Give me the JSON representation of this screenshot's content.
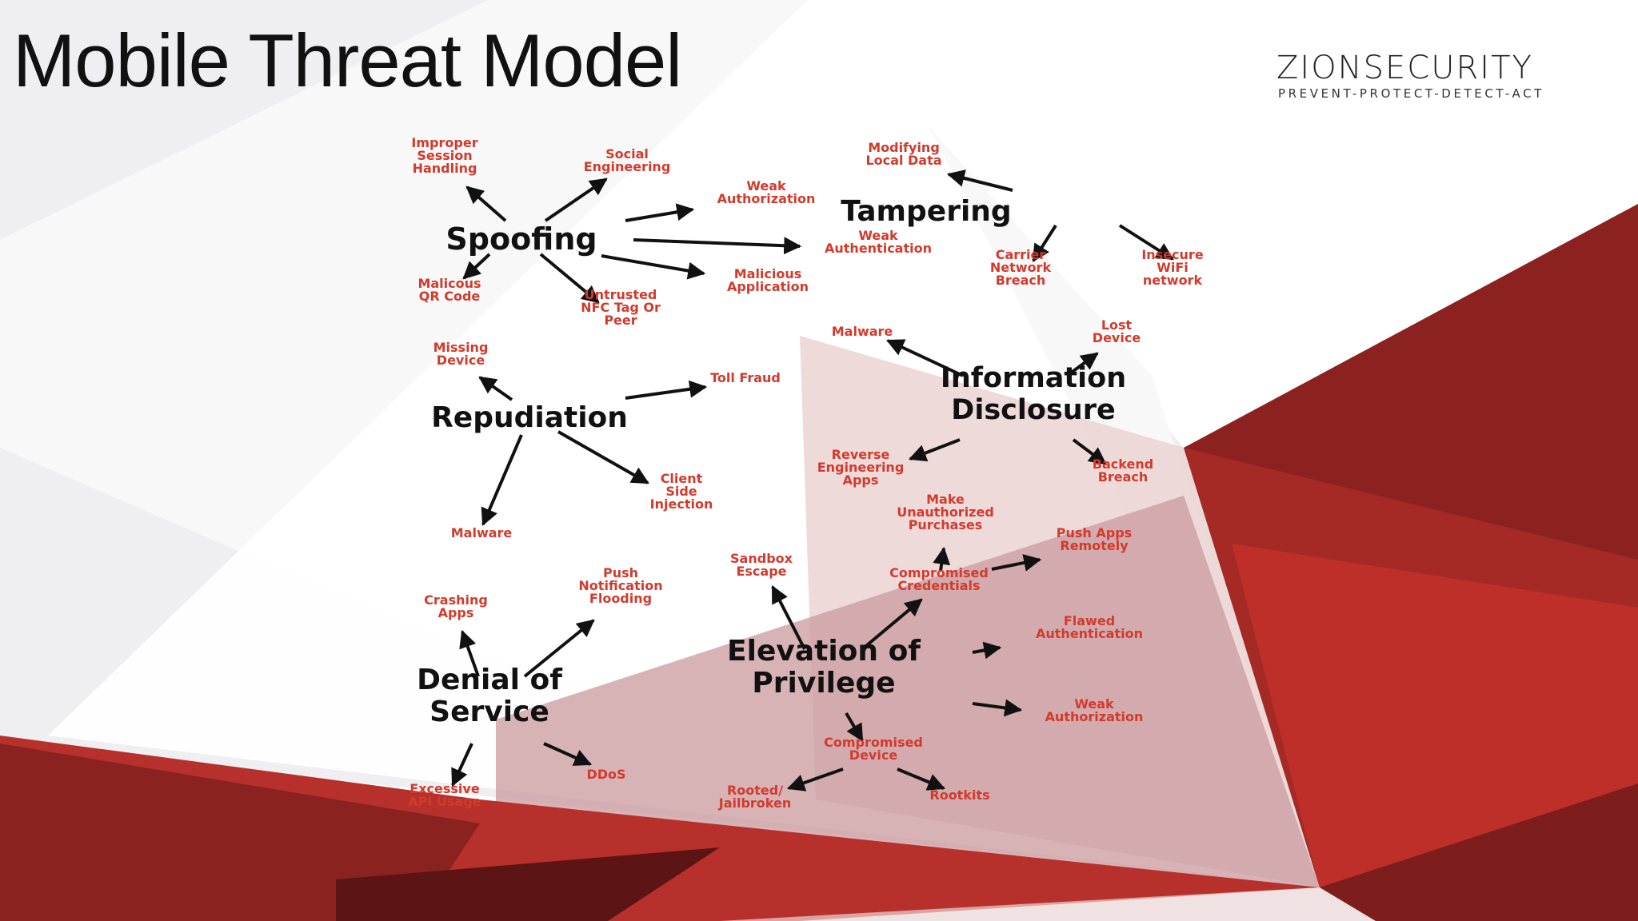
{
  "slide": {
    "title": "Mobile Threat Model",
    "logo": {
      "name": "ZIONSECURITY",
      "tagline": "PREVENT-PROTECT-DETECT-ACT"
    }
  },
  "colors": {
    "title": "#111111",
    "category_text": "#111111",
    "threat_text": "#d23a2c",
    "arrow": "#111111",
    "red_dark": "#7a1c1a",
    "red_mid": "#a82a26",
    "red_light": "#c9322c"
  },
  "diagram": {
    "categories": [
      {
        "id": "spoofing",
        "label": [
          "Spoofing"
        ]
      },
      {
        "id": "tampering",
        "label": [
          "Tampering"
        ]
      },
      {
        "id": "repudiation",
        "label": [
          "Repudiation"
        ]
      },
      {
        "id": "info",
        "label": [
          "Information",
          "Disclosure"
        ]
      },
      {
        "id": "dos",
        "label": [
          "Denial of",
          "Service"
        ]
      },
      {
        "id": "eop",
        "label": [
          "Elevation of",
          "Privilege"
        ]
      }
    ],
    "threats": [
      {
        "id": "s1",
        "category": "spoofing",
        "label": [
          "Improper",
          "Session",
          "Handling"
        ]
      },
      {
        "id": "s2",
        "category": "spoofing",
        "label": [
          "Social",
          "Engineering"
        ]
      },
      {
        "id": "s3",
        "category": "spoofing",
        "label": [
          "Weak",
          "Authorization"
        ]
      },
      {
        "id": "s4",
        "category": "spoofing",
        "label": [
          "Weak",
          "Authentication"
        ]
      },
      {
        "id": "s5",
        "category": "spoofing",
        "label": [
          "Malicious",
          "Application"
        ]
      },
      {
        "id": "s6",
        "category": "spoofing",
        "label": [
          "Untrusted",
          "NFC Tag Or",
          "Peer"
        ]
      },
      {
        "id": "s7",
        "category": "spoofing",
        "label": [
          "Malicous",
          "QR Code"
        ]
      },
      {
        "id": "t1",
        "category": "tampering",
        "label": [
          "Modifying",
          "Local Data"
        ]
      },
      {
        "id": "t2",
        "category": "tampering",
        "label": [
          "Carrier",
          "Network",
          "Breach"
        ]
      },
      {
        "id": "t3",
        "category": "tampering",
        "label": [
          "Insecure",
          "WiFi",
          "network"
        ]
      },
      {
        "id": "r1",
        "category": "repudiation",
        "label": [
          "Missing",
          "Device"
        ]
      },
      {
        "id": "r2",
        "category": "repudiation",
        "label": [
          "Toll Fraud"
        ]
      },
      {
        "id": "r3",
        "category": "repudiation",
        "label": [
          "Client",
          "Side",
          "Injection"
        ]
      },
      {
        "id": "r4",
        "category": "repudiation",
        "label": [
          "Malware"
        ]
      },
      {
        "id": "i1",
        "category": "info",
        "label": [
          "Malware"
        ]
      },
      {
        "id": "i2",
        "category": "info",
        "label": [
          "Lost",
          "Device"
        ]
      },
      {
        "id": "i3",
        "category": "info",
        "label": [
          "Reverse",
          "Engineering",
          "Apps"
        ]
      },
      {
        "id": "i4",
        "category": "info",
        "label": [
          "Backend",
          "Breach"
        ]
      },
      {
        "id": "d1",
        "category": "dos",
        "label": [
          "Crashing",
          "Apps"
        ]
      },
      {
        "id": "d2",
        "category": "dos",
        "label": [
          "Push",
          "Notification",
          "Flooding"
        ]
      },
      {
        "id": "d3",
        "category": "dos",
        "label": [
          "Excessive",
          "API Usage"
        ]
      },
      {
        "id": "d4",
        "category": "dos",
        "label": [
          "DDoS"
        ]
      },
      {
        "id": "e1",
        "category": "eop",
        "label": [
          "Sandbox",
          "Escape"
        ]
      },
      {
        "id": "e2",
        "category": "eop",
        "label": [
          "Compromised",
          "Credentials"
        ]
      },
      {
        "id": "e3",
        "category": "eop",
        "label": [
          "Flawed",
          "Authentication"
        ]
      },
      {
        "id": "e4",
        "category": "eop",
        "label": [
          "Weak",
          "Authorization"
        ]
      },
      {
        "id": "e5",
        "category": "eop",
        "label": [
          "Compromised",
          "Device"
        ]
      },
      {
        "id": "e6",
        "category": "e2",
        "label": [
          "Make",
          "Unauthorized",
          "Purchases"
        ]
      },
      {
        "id": "e7",
        "category": "e2",
        "label": [
          "Push Apps",
          "Remotely"
        ]
      },
      {
        "id": "e8",
        "category": "e5",
        "label": [
          "Rooted/",
          "Jailbroken"
        ]
      },
      {
        "id": "e9",
        "category": "e5",
        "label": [
          "Rootkits"
        ]
      }
    ]
  }
}
